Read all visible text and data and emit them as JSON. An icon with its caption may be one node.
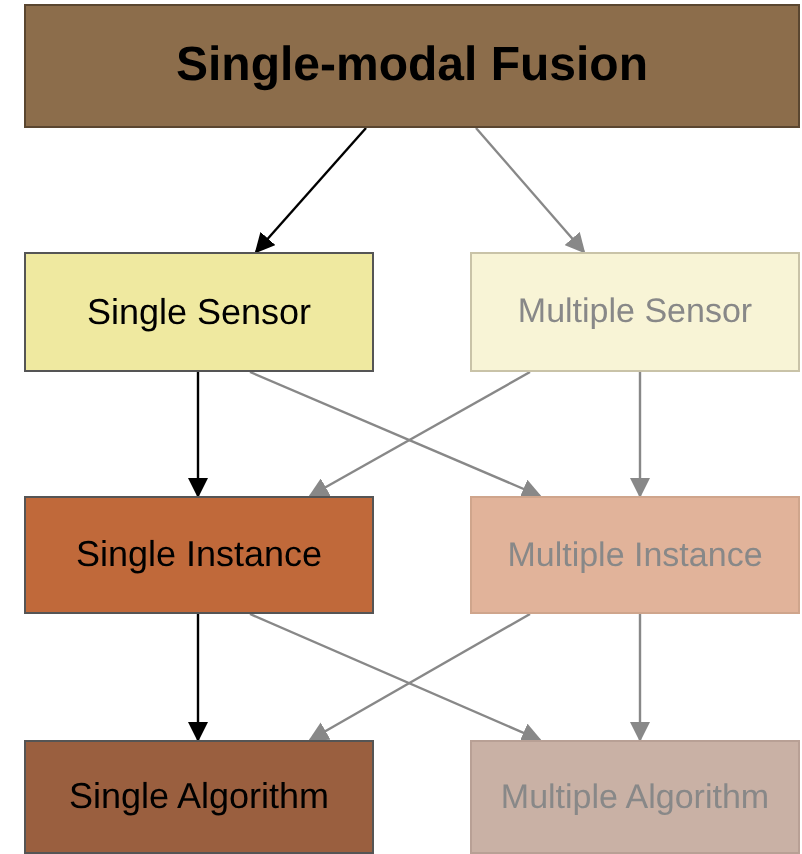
{
  "diagram": {
    "nodes": [
      {
        "text": [
          "Single-modal Fusion"
        ]
      },
      {
        "text": [
          "Single Sensor"
        ]
      },
      {
        "text": [
          "Multiple Sensor"
        ]
      },
      {
        "text": [
          "Single Instance"
        ]
      },
      {
        "text": [
          "Multiple Instance"
        ]
      },
      {
        "text": [
          "Single Algorithm"
        ]
      },
      {
        "text": [
          "Multiple Algorithm"
        ]
      }
    ],
    "edges": [
      {
        "from": 0,
        "to": 1,
        "arrow": "to",
        "color": "#000000"
      },
      {
        "from": 0,
        "to": 2,
        "arrow": "to"
      },
      {
        "from": 1,
        "to": 3,
        "arrow": "to",
        "color": "#000000"
      },
      {
        "from": 1,
        "to": 4,
        "arrow": "to"
      },
      {
        "from": 2,
        "to": 3,
        "arrow": "to"
      },
      {
        "from": 2,
        "to": 4,
        "arrow": "to"
      },
      {
        "from": 3,
        "to": 5,
        "arrow": "to",
        "color": "#000000"
      },
      {
        "from": 3,
        "to": 6,
        "arrow": "to"
      },
      {
        "from": 4,
        "to": 5,
        "arrow": "to"
      },
      {
        "from": 4,
        "to": 6,
        "arrow": "to"
      }
    ]
  }
}
